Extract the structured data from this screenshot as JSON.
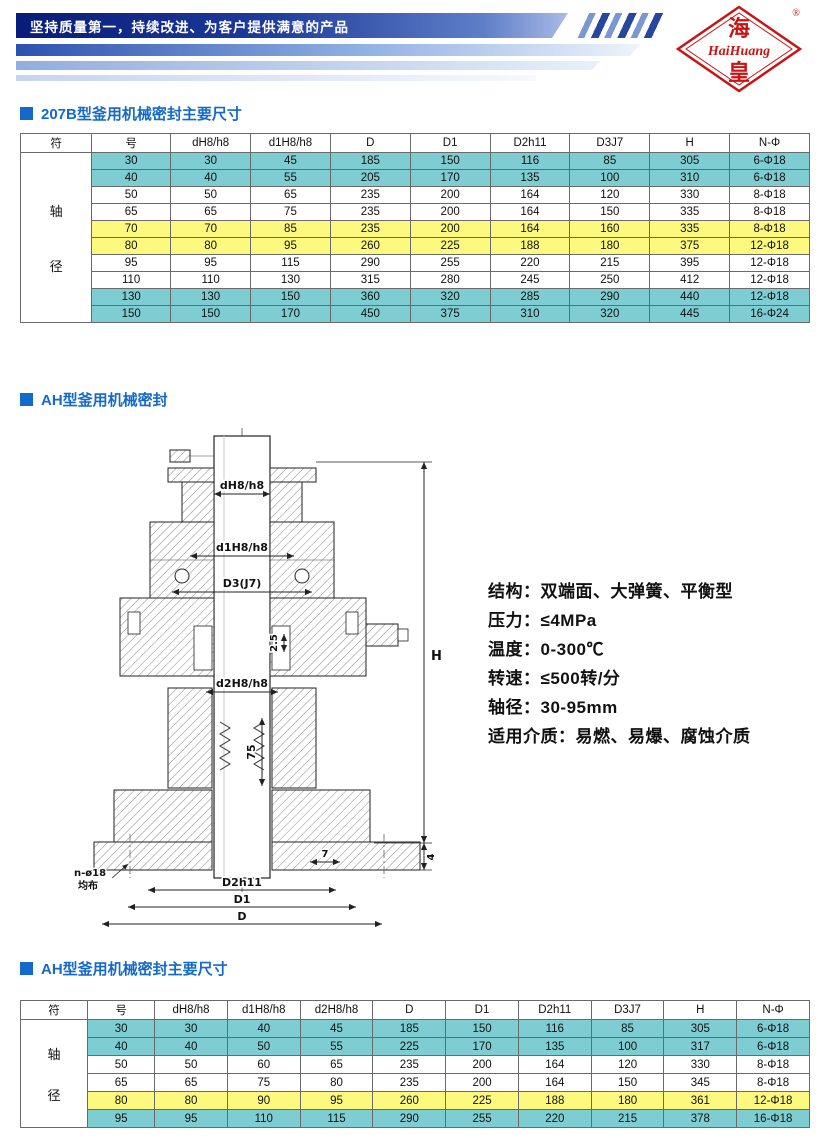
{
  "header": {
    "slogan": "坚持质量第一，持续改进、为客户提供满意的产品",
    "logo": {
      "cn_top": "海",
      "cn_bottom": "皇",
      "en": "HaiHuang",
      "reg": "®"
    }
  },
  "colors": {
    "accent_blue": "#1569c8",
    "banner_dark_blue": "#081c78",
    "row_cyan": "#7ecdd2",
    "row_yellow": "#fdf97e",
    "logo_red": "#c81414"
  },
  "section_207b": {
    "title": "207B型釜用机械密封主要尺寸",
    "table": {
      "corner_top_left": "符",
      "corner_top_right": "号",
      "axis_char1": "轴",
      "axis_char2": "径",
      "columns": [
        "dH8/h8",
        "d1H8/h8",
        "D",
        "D1",
        "D2h11",
        "D3J7",
        "H",
        "N-Φ"
      ],
      "rows": [
        {
          "size": "30",
          "values": [
            "30",
            "45",
            "185",
            "150",
            "116",
            "85",
            "305",
            "6-Φ18"
          ],
          "bg": "cyan"
        },
        {
          "size": "40",
          "values": [
            "40",
            "55",
            "205",
            "170",
            "135",
            "100",
            "310",
            "6-Φ18"
          ],
          "bg": "cyan"
        },
        {
          "size": "50",
          "values": [
            "50",
            "65",
            "235",
            "200",
            "164",
            "120",
            "330",
            "8-Φ18"
          ],
          "bg": "white"
        },
        {
          "size": "65",
          "values": [
            "65",
            "75",
            "235",
            "200",
            "164",
            "150",
            "335",
            "8-Φ18"
          ],
          "bg": "white"
        },
        {
          "size": "70",
          "values": [
            "70",
            "85",
            "235",
            "200",
            "164",
            "160",
            "335",
            "8-Φ18"
          ],
          "bg": "yellow"
        },
        {
          "size": "80",
          "values": [
            "80",
            "95",
            "260",
            "225",
            "188",
            "180",
            "375",
            "12-Φ18"
          ],
          "bg": "yellow"
        },
        {
          "size": "95",
          "values": [
            "95",
            "115",
            "290",
            "255",
            "220",
            "215",
            "395",
            "12-Φ18"
          ],
          "bg": "white"
        },
        {
          "size": "110",
          "values": [
            "110",
            "130",
            "315",
            "280",
            "245",
            "250",
            "412",
            "12-Φ18"
          ],
          "bg": "white"
        },
        {
          "size": "130",
          "values": [
            "130",
            "150",
            "360",
            "320",
            "285",
            "290",
            "440",
            "12-Φ18"
          ],
          "bg": "cyan"
        },
        {
          "size": "150",
          "values": [
            "150",
            "170",
            "450",
            "375",
            "310",
            "320",
            "445",
            "16-Φ24"
          ],
          "bg": "cyan"
        }
      ]
    }
  },
  "section_ah": {
    "title": "AH型釜用机械密封",
    "specs": [
      "结构：双端面、大弹簧、平衡型",
      "压力：≤4MPa",
      "温度：0-300℃",
      "转速：≤500转/分",
      "轴径：30-95mm",
      "适用介质：易燃、易爆、腐蚀介质"
    ],
    "drawing_labels": {
      "d": "dH8/h8",
      "d1": "d1H8/h8",
      "d3": "D3(J7)",
      "d2": "d2H8/h8",
      "dim25": "2.5",
      "dim75": "75",
      "h": "H",
      "dim7": "7",
      "dim4": "4",
      "bolt_note1": "n-ø18",
      "bolt_note2": "均布",
      "d2h11": "D2h11",
      "d1_bottom": "D1",
      "d_bottom": "D"
    }
  },
  "section_ah_dims": {
    "title": "AH型釜用机械密封主要尺寸",
    "table": {
      "corner_top_left": "符",
      "corner_top_right": "号",
      "axis_char1": "轴",
      "axis_char2": "径",
      "columns": [
        "dH8/h8",
        "d1H8/h8",
        "d2H8/h8",
        "D",
        "D1",
        "D2h11",
        "D3J7",
        "H",
        "N-Φ"
      ],
      "rows": [
        {
          "size": "30",
          "values": [
            "30",
            "40",
            "45",
            "185",
            "150",
            "116",
            "85",
            "305",
            "6-Φ18"
          ],
          "bg": "cyan"
        },
        {
          "size": "40",
          "values": [
            "40",
            "50",
            "55",
            "225",
            "170",
            "135",
            "100",
            "317",
            "6-Φ18"
          ],
          "bg": "cyan"
        },
        {
          "size": "50",
          "values": [
            "50",
            "60",
            "65",
            "235",
            "200",
            "164",
            "120",
            "330",
            "8-Φ18"
          ],
          "bg": "white"
        },
        {
          "size": "65",
          "values": [
            "65",
            "75",
            "80",
            "235",
            "200",
            "164",
            "150",
            "345",
            "8-Φ18"
          ],
          "bg": "white"
        },
        {
          "size": "80",
          "values": [
            "80",
            "90",
            "95",
            "260",
            "225",
            "188",
            "180",
            "361",
            "12-Φ18"
          ],
          "bg": "yellow"
        },
        {
          "size": "95",
          "values": [
            "95",
            "110",
            "115",
            "290",
            "255",
            "220",
            "215",
            "378",
            "16-Φ18"
          ],
          "bg": "cyan"
        }
      ]
    }
  }
}
